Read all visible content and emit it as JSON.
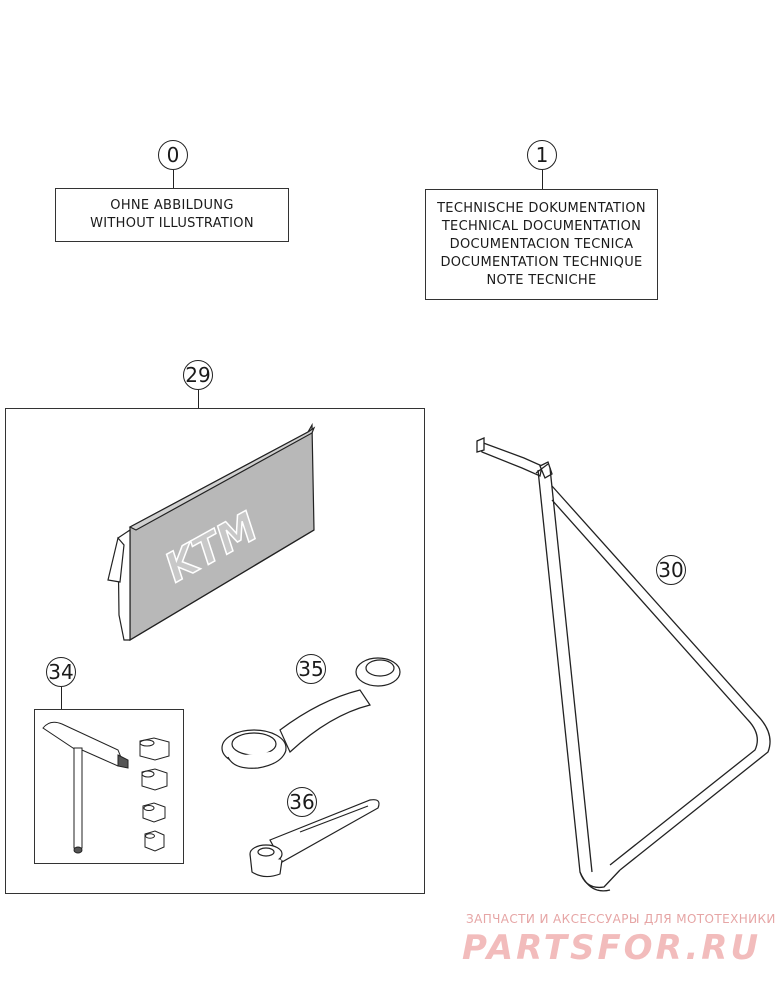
{
  "callouts": {
    "c0": "0",
    "c1": "1",
    "c29": "29",
    "c30": "30",
    "c34": "34",
    "c35": "35",
    "c36": "36"
  },
  "labels": {
    "without_illustration": {
      "line1": "OHNE ABBILDUNG",
      "line2": "WITHOUT ILLUSTRATION"
    },
    "technical_documentation": {
      "line1": "TECHNISCHE DOKUMENTATION",
      "line2": "TECHNICAL DOCUMENTATION",
      "line3": "DOCUMENTACION TECNICA",
      "line4": "DOCUMENTATION TECHNIQUE",
      "line5": "NOTE TECNICHE"
    }
  },
  "bag_logo": "KTM",
  "watermark": {
    "tagline": "ЗАПЧАСТИ И АКСЕССУАРЫ ДЛЯ МОТОТЕХНИКИ",
    "logo": "PARTSFOR.RU"
  },
  "colors": {
    "line": "#222222",
    "watermark": "#e6a5a5"
  }
}
